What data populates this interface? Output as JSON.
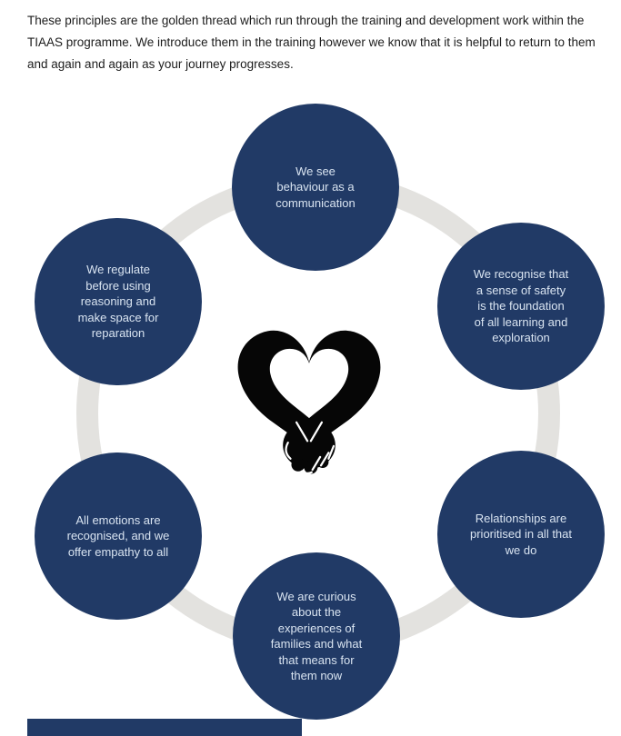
{
  "page": {
    "intro_paragraph": "These principles are the golden thread which run through the training and development work within the TIAAS programme. We introduce them in the training however we know that it is helpful to return to them and again and again as your journey progresses."
  },
  "diagram": {
    "type": "cycle",
    "center_icon": "heart-holding-hands-icon",
    "nodes": [
      {
        "position": "top",
        "text": "We see behaviour as a communication"
      },
      {
        "position": "top-right",
        "text": "We recognise that a sense of safety is the foundation of all learning and exploration"
      },
      {
        "position": "bottom-right",
        "text": "Relationships are prioritised in all that we do"
      },
      {
        "position": "bottom",
        "text": "We are curious about the experiences of families and what that means for them now"
      },
      {
        "position": "bottom-left",
        "text": "All emotions are recognised, and we offer empathy to all"
      },
      {
        "position": "top-left",
        "text": "We regulate before using reasoning and make space for reparation"
      }
    ],
    "colors": {
      "node_fill": "#213a66",
      "node_text": "#d9e4f1",
      "ring": "#e3e2df",
      "icon": "#060606"
    }
  },
  "footer": {
    "bar_color": "#213a66"
  }
}
